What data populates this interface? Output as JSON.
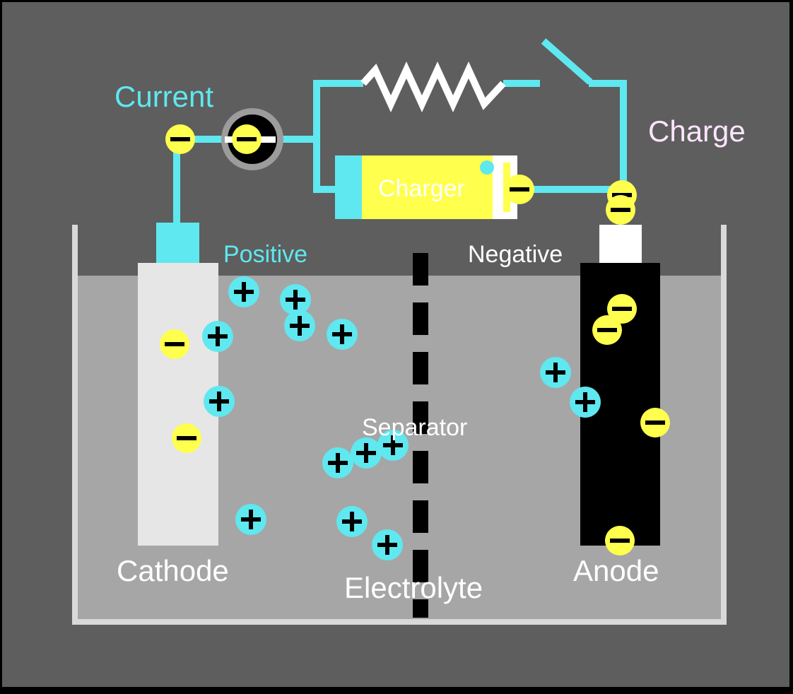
{
  "labels": {
    "current": "Current",
    "charge": "Charge",
    "charger": "Charger",
    "positive": "Positive",
    "negative": "Negative",
    "separator": "Separator",
    "cathode": "Cathode",
    "anode": "Anode",
    "electrolyte": "Electrolyte"
  },
  "colors": {
    "background": "#5e5e5e",
    "frame": "#000000",
    "electrolyte": "#a6a6a6",
    "container": "#d9d9d9",
    "wire": "#5fe8ef",
    "resistor": "#ffffff",
    "cathode": "#e6e6e6",
    "anode": "#000000",
    "charger_body": "#ffff4d",
    "electron": "#ffff4d",
    "ion": "#5fe8ef",
    "charge_label": "#fde5ff"
  },
  "icons": {
    "ion": "plus-sign-ion",
    "electron": "minus-sign-electron",
    "switch": "open-switch",
    "resistor": "zigzag-resistor",
    "charger": "battery-charger",
    "meter": "ammeter-dial"
  }
}
